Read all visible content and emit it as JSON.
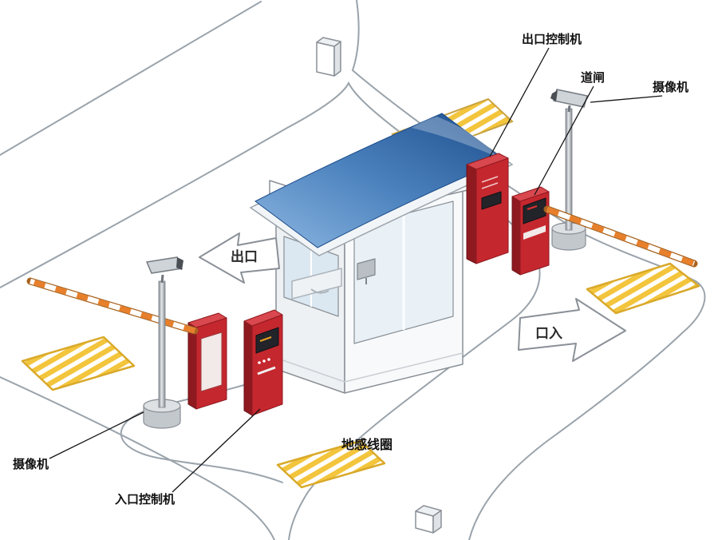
{
  "diagram": {
    "labels": {
      "exit_controller": "出口控制机",
      "barrier_gate": "道闸",
      "camera_right": "摄像机",
      "camera_left": "摄像机",
      "entrance_controller": "入口控制机",
      "ground_coil": "地感线圈",
      "exit_arrow": "出口",
      "entrance_arrow": "口入"
    },
    "colors": {
      "machine_red": "#c5272e",
      "canopy_blue": "#1d4d8c",
      "coil_yellow": "#f3c53d",
      "barrier_arm_orange": "#e87f2a",
      "road_edge_gray": "#9aa3ab"
    }
  }
}
